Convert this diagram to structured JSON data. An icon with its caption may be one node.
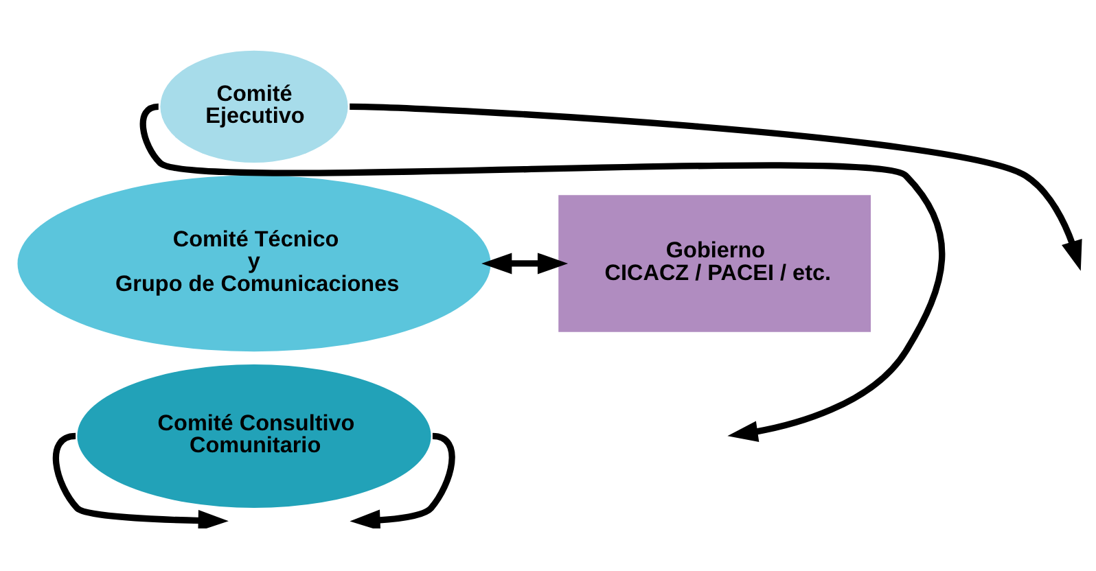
{
  "diagram": {
    "nodes": [
      {
        "text": [
          "Comité Ejecutivo"
        ]
      },
      {
        "text": [
          "Comité Técnico y Grupo de Comunicaciones"
        ]
      },
      {
        "text": [
          "Comité Consultivo Comunitario"
        ]
      },
      {
        "text": [
          "Gobierno CICACZ / PACEI / etc."
        ]
      }
    ],
    "edges": [
      {
        "from": 0,
        "to": null,
        "arrow": "to"
      },
      {
        "from": 0,
        "to": null,
        "arrow": "to"
      },
      {
        "from": 2,
        "to": null,
        "arrow": "to"
      },
      {
        "from": 2,
        "to": null,
        "arrow": "to"
      },
      {
        "from": 1,
        "to": 3,
        "arrow": "both"
      }
    ]
  }
}
